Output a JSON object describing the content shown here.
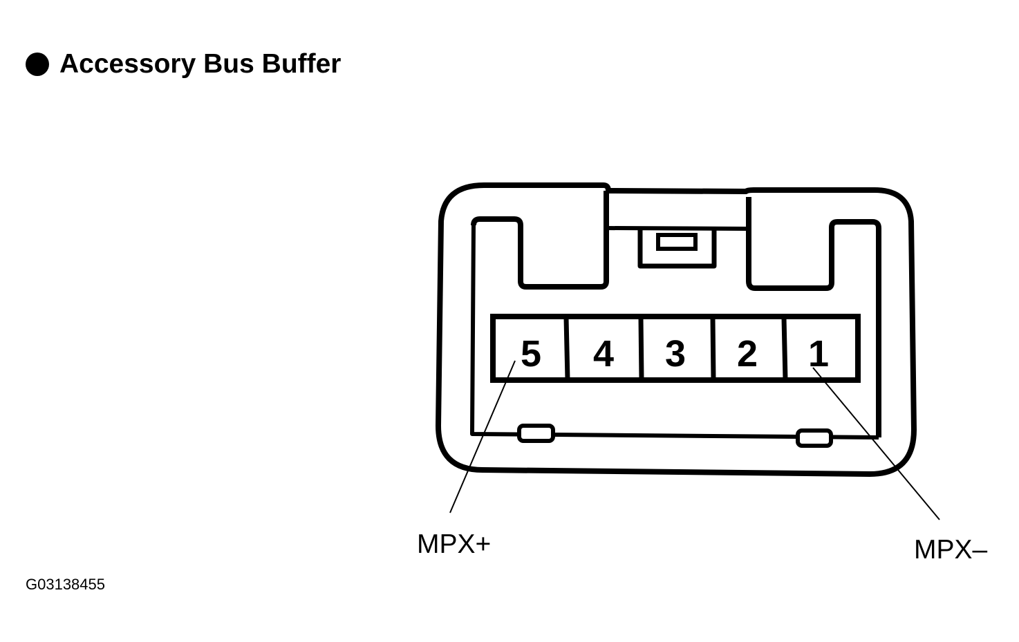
{
  "title": "Accessory Bus Buffer",
  "connector": {
    "pins": [
      "5",
      "4",
      "3",
      "2",
      "1"
    ]
  },
  "labels": {
    "left": "MPX+",
    "right": "MPX–"
  },
  "figure_code": "G03138455",
  "colors": {
    "ink": "#000000",
    "background": "#ffffff"
  }
}
